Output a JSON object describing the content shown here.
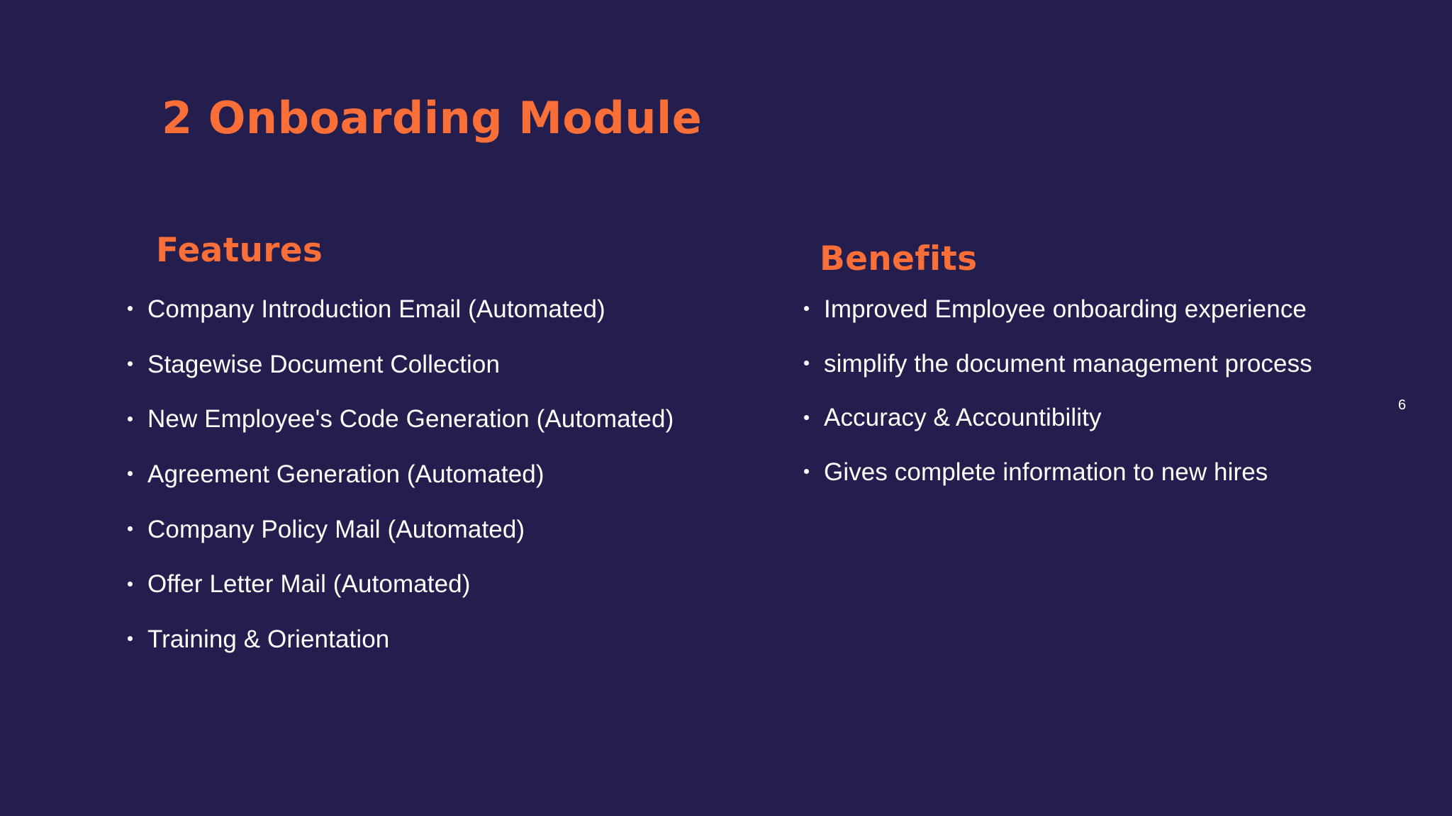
{
  "slide": {
    "title": "2 Onboarding Module",
    "page_number": "6",
    "colors": {
      "background": "#241E4E",
      "accent": "#FA6E38",
      "body_text": "#FFFFFF"
    }
  },
  "columns": {
    "features": {
      "heading": "Features",
      "items": [
        "Company Introduction Email (Automated)",
        "Stagewise Document Collection",
        "New Employee's Code Generation (Automated)",
        "Agreement Generation (Automated)",
        "Company Policy Mail (Automated)",
        "Offer Letter Mail (Automated)",
        "Training & Orientation"
      ]
    },
    "benefits": {
      "heading": "Benefits",
      "items": [
        "Improved Employee onboarding experience",
        "simplify the document management process",
        "Accuracy & Accountibility",
        "Gives complete information to new hires"
      ]
    }
  }
}
